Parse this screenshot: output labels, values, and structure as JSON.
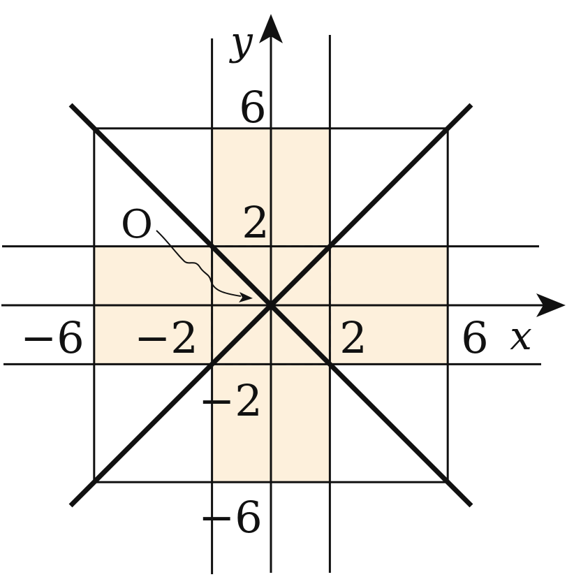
{
  "colors": {
    "region_fill": "#fdf0dc",
    "line": "#111111",
    "background": "#ffffff"
  },
  "axes": {
    "x_label": "x",
    "y_label": "y",
    "origin_label": "O"
  },
  "ticks": {
    "x": [
      {
        "value": -6,
        "label": "−6"
      },
      {
        "value": -2,
        "label": "−2"
      },
      {
        "value": 2,
        "label": "2"
      },
      {
        "value": 6,
        "label": "6"
      }
    ],
    "y": [
      {
        "value": 6,
        "label": "6"
      },
      {
        "value": 2,
        "label": "2"
      },
      {
        "value": -2,
        "label": "−2"
      },
      {
        "value": -6,
        "label": "−6"
      }
    ]
  },
  "regions": {
    "vertical_band": {
      "x": [
        -2,
        2
      ],
      "y": [
        -6,
        6
      ]
    },
    "horizontal_band": {
      "x": [
        -6,
        6
      ],
      "y": [
        -2,
        2
      ]
    }
  },
  "lines": {
    "square_half_side": 6,
    "inner_half_side": 2,
    "diagonals": [
      "y = x",
      "y = -x"
    ]
  }
}
